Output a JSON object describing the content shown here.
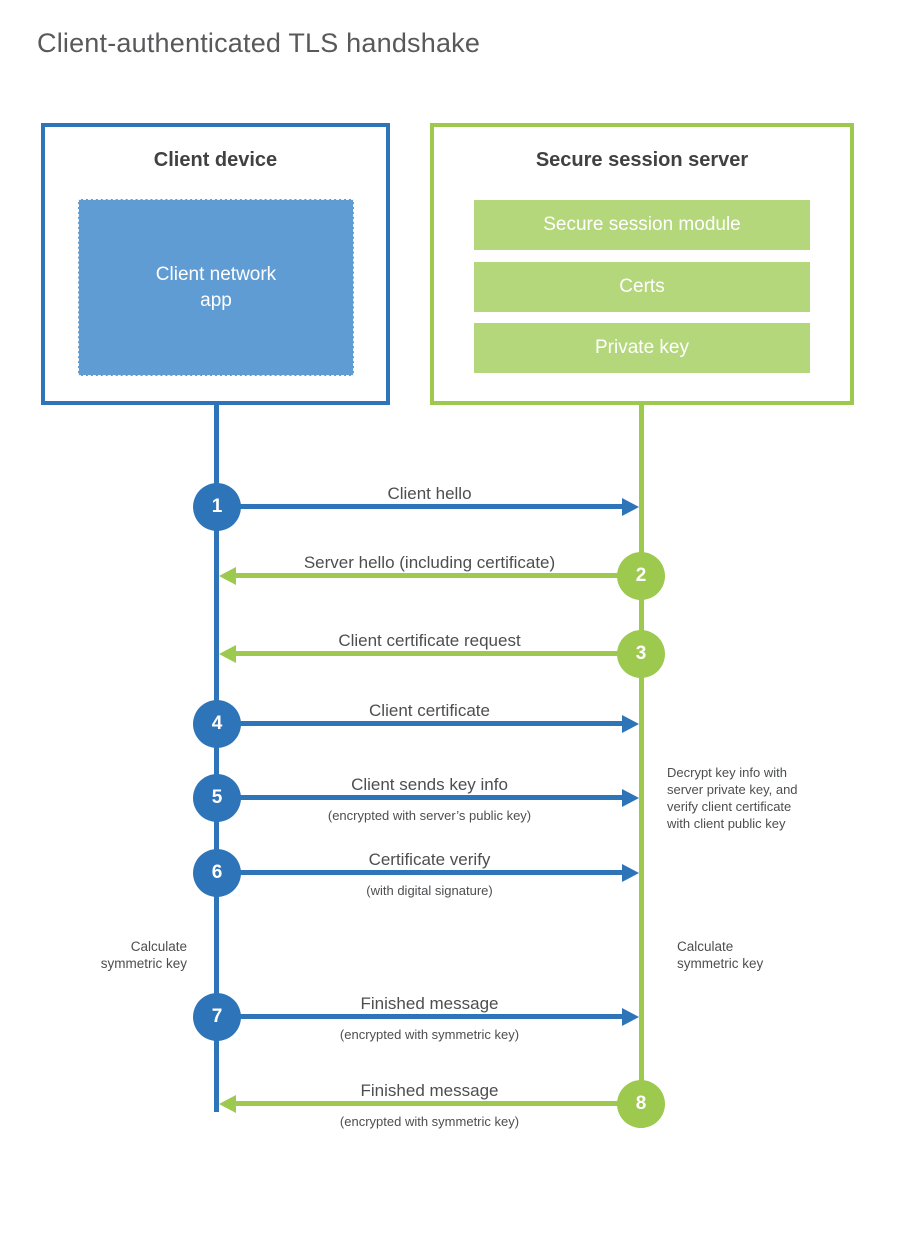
{
  "title": "Client-authenticated TLS handshake",
  "colors": {
    "blue": "#2e74b9",
    "blue_fill": "#5f9cd4",
    "green": "#9cc94e",
    "green_fill": "#b5d77c",
    "text_dark": "#4d4e50"
  },
  "client": {
    "title": "Client device",
    "app_label": "Client network app"
  },
  "server": {
    "title": "Secure session server",
    "modules": [
      "Secure session module",
      "Certs",
      "Private key"
    ]
  },
  "messages": [
    {
      "num": "1",
      "from": "client",
      "label": "Client hello"
    },
    {
      "num": "2",
      "from": "server",
      "label": "Server hello (including certificate)"
    },
    {
      "num": "3",
      "from": "server",
      "label": "Client certificate request"
    },
    {
      "num": "4",
      "from": "client",
      "label": "Client certificate"
    },
    {
      "num": "5",
      "from": "client",
      "label": "Client sends key info",
      "sub": "(encrypted with server’s public key)"
    },
    {
      "num": "6",
      "from": "client",
      "label": "Certificate verify",
      "sub": "(with digital signature)"
    },
    {
      "num": "7",
      "from": "client",
      "label": "Finished message",
      "sub": "(encrypted with symmetric key)"
    },
    {
      "num": "8",
      "from": "server",
      "label": "Finished message",
      "sub": "(encrypted with symmetric key)"
    }
  ],
  "notes": {
    "client_calc": {
      "lines": [
        "Calculate",
        "symmetric key"
      ]
    },
    "server_calc": {
      "lines": [
        "Calculate",
        "symmetric key"
      ]
    },
    "server_decrypt": {
      "lines": [
        "Decrypt key info with",
        "server private key, and",
        "verify client certificate",
        "with client public key"
      ]
    }
  }
}
